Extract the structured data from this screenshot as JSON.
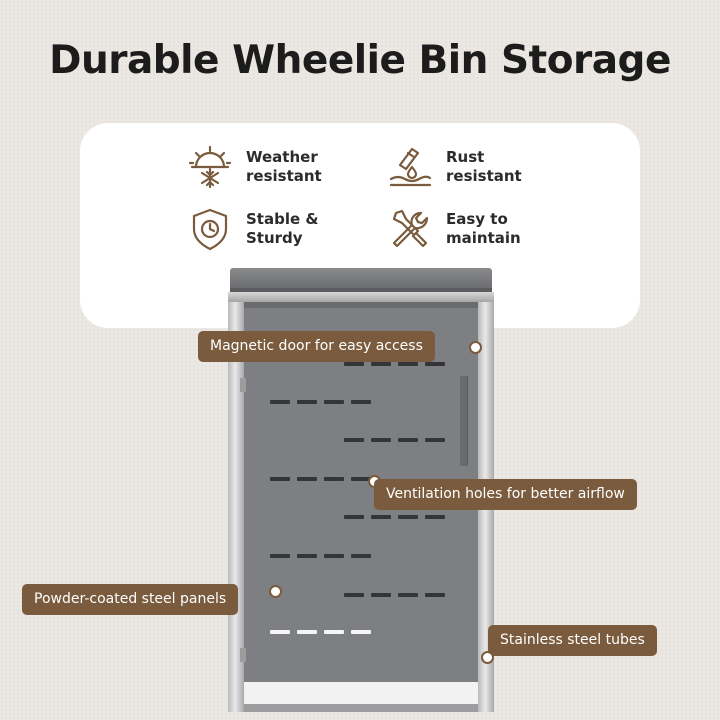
{
  "title": "Durable Wheelie Bin Storage",
  "features": [
    {
      "icon": "sun-snowflake-icon",
      "line1": "Weather",
      "line2": "resistant"
    },
    {
      "icon": "rust-drop-icon",
      "line1": "Rust",
      "line2": "resistant"
    },
    {
      "icon": "shield-clock-icon",
      "line1": "Stable &",
      "line2": "Sturdy"
    },
    {
      "icon": "wrench-screwdriver-icon",
      "line1": "Easy to",
      "line2": "maintain"
    }
  ],
  "callouts": {
    "door": "Magnetic door for easy access",
    "ventilation": "Ventilation holes for better airflow",
    "panels": "Powder-coated steel panels",
    "tubes": "Stainless steel tubes"
  },
  "colors": {
    "accent": "#7a5b3d",
    "icon": "#7a5b3d",
    "panel": "#7e7f82",
    "background": "#ebe7e2"
  }
}
